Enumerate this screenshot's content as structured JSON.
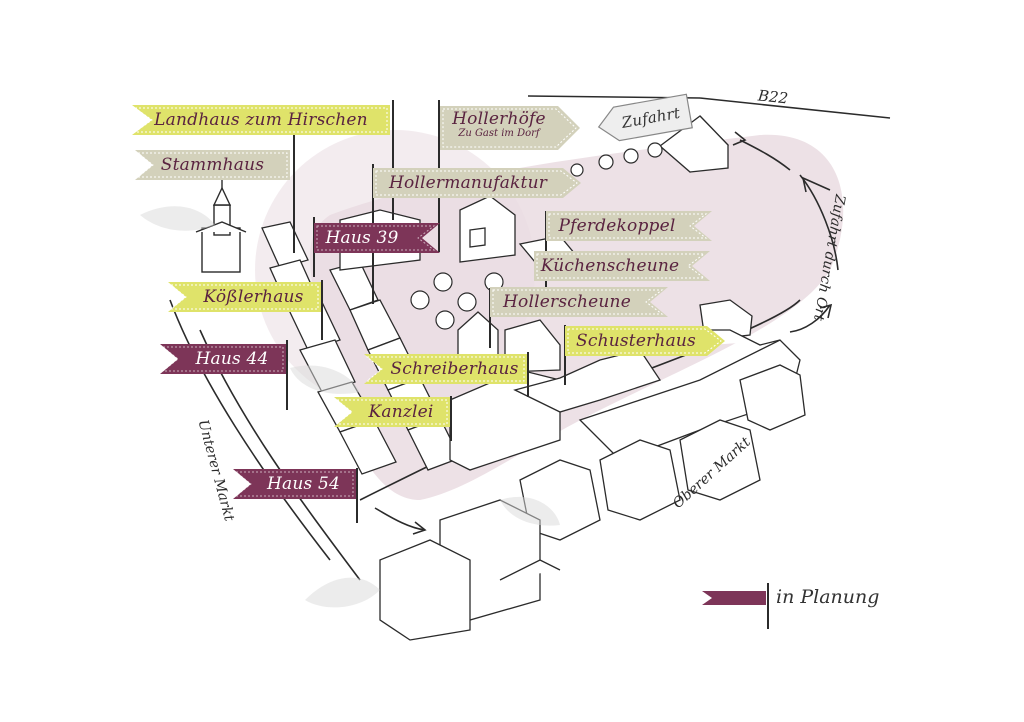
{
  "colors": {
    "lime": "#dfe36a",
    "grey": "#d3d1bb",
    "plum": "#7d3558",
    "label_on_light": "#5a2340",
    "label_on_plum": "#ffffff",
    "area": "#ede1e6",
    "ink": "#2b2b2b"
  },
  "labels": {
    "landhaus": "Landhaus zum Hirschen",
    "stammhaus": "Stammhaus",
    "hollerhoefe": "Hollerhöfe",
    "hollerhoefe_sub": "Zu Gast im Dorf",
    "zufahrt": "Zufahrt",
    "b22": "B22",
    "hollermanufaktur": "Hollermanufaktur",
    "haus39": "Haus 39",
    "pferdekoppel": "Pferdekoppel",
    "kuechenscheune": "Küchenscheune",
    "koesslerhaus": "Kößlerhaus",
    "hollerscheune": "Hollerscheune",
    "schusterhaus": "Schusterhaus",
    "haus44": "Haus 44",
    "schreiberhaus": "Schreiberhaus",
    "kanzlei": "Kanzlei",
    "haus54": "Haus 54",
    "unterer_markt": "Unterer Markt",
    "oberer_markt": "Oberer Markt",
    "zufahrt_durch_ort": "Zufahrt durch Ort"
  },
  "legend": {
    "in_planung": "in Planung"
  }
}
